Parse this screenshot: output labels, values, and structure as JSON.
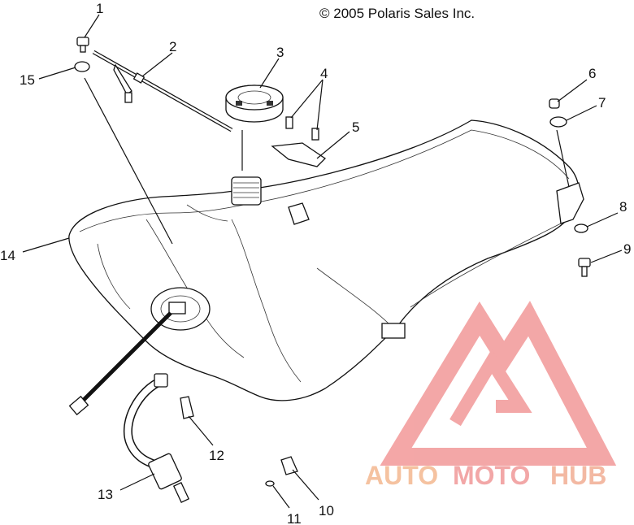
{
  "copyright": "© 2005 Polaris Sales Inc.",
  "callouts": [
    "1",
    "2",
    "3",
    "4",
    "5",
    "6",
    "7",
    "8",
    "9",
    "10",
    "11",
    "12",
    "13",
    "14",
    "15"
  ],
  "watermark": {
    "auto": "AUTO",
    "moto": "MOTO",
    "hub": "HUB",
    "colors": {
      "logo": "#f08a8a",
      "auto": "#f5c2a0",
      "moto": "#f2a7a7",
      "hub": "#f3b9a3"
    }
  },
  "parts_icons": [
    "screw-icon",
    "vent-hose-icon",
    "fuel-cap-icon",
    "fastener-icon",
    "bracket-icon",
    "nut-icon",
    "washer-icon",
    "washer-icon",
    "bolt-icon",
    "clip-icon",
    "pin-icon",
    "clip-icon",
    "fuel-filter-icon",
    "fuel-tank-icon",
    "grommet-icon"
  ]
}
